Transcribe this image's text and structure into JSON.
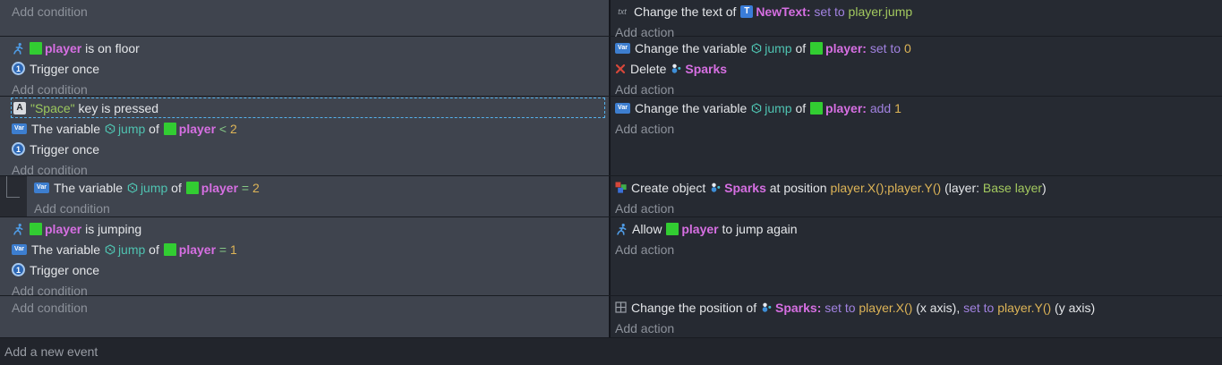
{
  "labels": {
    "add_condition": "Add condition",
    "add_action": "Add action",
    "add_event": "Add a new event"
  },
  "colors": {
    "conditions_bg": "#3f444e",
    "actions_bg": "#262a32",
    "footer_bg": "#22252c",
    "selection_dash": "#55b2ec",
    "object_name": "#d66fe2",
    "variable_name": "#4fc3b1",
    "number": "#ddb457",
    "operator_word": "#a182e0",
    "string_expr": "#9dc95e",
    "player_thumb": "#32cd32"
  },
  "events": [
    {
      "sub": false,
      "height": 41,
      "conditions": [],
      "actions": [
        {
          "segments": [
            {
              "icon": "text-action-icon"
            },
            {
              "text": "Change the text of ",
              "style": "plain"
            },
            {
              "icon": "text-object-icon"
            },
            {
              "text": "NewText:",
              "style": "object"
            },
            {
              "text": " ",
              "style": "plain"
            },
            {
              "text": "set to",
              "style": "opword"
            },
            {
              "text": " player.jump",
              "style": "expr"
            }
          ]
        }
      ]
    },
    {
      "sub": false,
      "height": 67,
      "conditions": [
        {
          "segments": [
            {
              "icon": "platformer-icon"
            },
            {
              "icon": "object-thumb"
            },
            {
              "text": "player",
              "style": "object"
            },
            {
              "text": " is on floor",
              "style": "plain"
            }
          ]
        },
        {
          "segments": [
            {
              "icon": "trigger-once-icon"
            },
            {
              "text": "Trigger once",
              "style": "plain"
            }
          ]
        }
      ],
      "actions": [
        {
          "segments": [
            {
              "icon": "variable-icon"
            },
            {
              "text": "Change the variable ",
              "style": "plain"
            },
            {
              "icon": "varname-icon"
            },
            {
              "text": "jump",
              "style": "var"
            },
            {
              "text": " of ",
              "style": "plain"
            },
            {
              "icon": "object-thumb"
            },
            {
              "text": "player:",
              "style": "object"
            },
            {
              "text": " ",
              "style": "plain"
            },
            {
              "text": "set to",
              "style": "opword"
            },
            {
              "text": " 0",
              "style": "num"
            }
          ]
        },
        {
          "segments": [
            {
              "icon": "delete-icon"
            },
            {
              "text": "Delete ",
              "style": "plain"
            },
            {
              "icon": "particle-icon"
            },
            {
              "text": "Sparks",
              "style": "object"
            }
          ]
        }
      ]
    },
    {
      "sub": false,
      "height": 89,
      "conditions": [
        {
          "selected": true,
          "segments": [
            {
              "icon": "keyboard-icon"
            },
            {
              "text": "\"Space\"",
              "style": "string"
            },
            {
              "text": " key is pressed",
              "style": "plain"
            }
          ]
        },
        {
          "segments": [
            {
              "icon": "variable-icon"
            },
            {
              "text": "The variable ",
              "style": "plain"
            },
            {
              "icon": "varname-icon"
            },
            {
              "text": "jump",
              "style": "var"
            },
            {
              "text": " of ",
              "style": "plain"
            },
            {
              "icon": "object-thumb"
            },
            {
              "text": "player",
              "style": "object"
            },
            {
              "text": " < ",
              "style": "op"
            },
            {
              "text": "2",
              "style": "num"
            }
          ]
        },
        {
          "segments": [
            {
              "icon": "trigger-once-icon"
            },
            {
              "text": "Trigger once",
              "style": "plain"
            }
          ]
        }
      ],
      "actions": [
        {
          "segments": [
            {
              "icon": "variable-icon"
            },
            {
              "text": "Change the variable ",
              "style": "plain"
            },
            {
              "icon": "varname-icon"
            },
            {
              "text": "jump",
              "style": "var"
            },
            {
              "text": " of ",
              "style": "plain"
            },
            {
              "icon": "object-thumb"
            },
            {
              "text": "player:",
              "style": "object"
            },
            {
              "text": " ",
              "style": "plain"
            },
            {
              "text": "add",
              "style": "opword"
            },
            {
              "text": " 1",
              "style": "num"
            }
          ]
        }
      ]
    },
    {
      "sub": true,
      "height": 46,
      "conditions": [
        {
          "segments": [
            {
              "icon": "variable-icon"
            },
            {
              "text": "The variable ",
              "style": "plain"
            },
            {
              "icon": "varname-icon"
            },
            {
              "text": "jump",
              "style": "var"
            },
            {
              "text": " of ",
              "style": "plain"
            },
            {
              "icon": "object-thumb"
            },
            {
              "text": "player",
              "style": "object"
            },
            {
              "text": " = ",
              "style": "op"
            },
            {
              "text": "2",
              "style": "num"
            }
          ]
        }
      ],
      "actions": [
        {
          "segments": [
            {
              "icon": "create-icon"
            },
            {
              "text": "Create object ",
              "style": "plain"
            },
            {
              "icon": "particle-icon"
            },
            {
              "text": "Sparks",
              "style": "object"
            },
            {
              "text": " at position ",
              "style": "plain"
            },
            {
              "text": "player.X();player.Y()",
              "style": "num"
            },
            {
              "text": " (layer: ",
              "style": "plain"
            },
            {
              "text": "Base layer",
              "style": "expr"
            },
            {
              "text": ")",
              "style": "plain"
            }
          ]
        }
      ]
    },
    {
      "sub": false,
      "height": 88,
      "conditions": [
        {
          "segments": [
            {
              "icon": "platformer-icon"
            },
            {
              "icon": "object-thumb"
            },
            {
              "text": "player",
              "style": "object"
            },
            {
              "text": " is jumping",
              "style": "plain"
            }
          ]
        },
        {
          "segments": [
            {
              "icon": "variable-icon"
            },
            {
              "text": "The variable ",
              "style": "plain"
            },
            {
              "icon": "varname-icon"
            },
            {
              "text": "jump",
              "style": "var"
            },
            {
              "text": " of ",
              "style": "plain"
            },
            {
              "icon": "object-thumb"
            },
            {
              "text": "player",
              "style": "object"
            },
            {
              "text": " = ",
              "style": "op"
            },
            {
              "text": "1",
              "style": "num"
            }
          ]
        },
        {
          "segments": [
            {
              "icon": "trigger-once-icon"
            },
            {
              "text": "Trigger once",
              "style": "plain"
            }
          ]
        }
      ],
      "actions": [
        {
          "segments": [
            {
              "icon": "platformer-icon"
            },
            {
              "text": "Allow ",
              "style": "plain"
            },
            {
              "icon": "object-thumb"
            },
            {
              "text": "player",
              "style": "object"
            },
            {
              "text": " to jump again",
              "style": "plain"
            }
          ]
        }
      ]
    },
    {
      "sub": false,
      "height": 47,
      "conditions": [],
      "actions": [
        {
          "segments": [
            {
              "icon": "position-icon"
            },
            {
              "text": "Change the position of ",
              "style": "plain"
            },
            {
              "icon": "particle-icon"
            },
            {
              "text": "Sparks:",
              "style": "object"
            },
            {
              "text": " ",
              "style": "plain"
            },
            {
              "text": "set to",
              "style": "opword"
            },
            {
              "text": " player.X()",
              "style": "num"
            },
            {
              "text": " (x axis), ",
              "style": "plain"
            },
            {
              "text": "set to",
              "style": "opword"
            },
            {
              "text": " player.Y()",
              "style": "num"
            },
            {
              "text": " (y axis)",
              "style": "plain"
            }
          ]
        }
      ]
    }
  ]
}
